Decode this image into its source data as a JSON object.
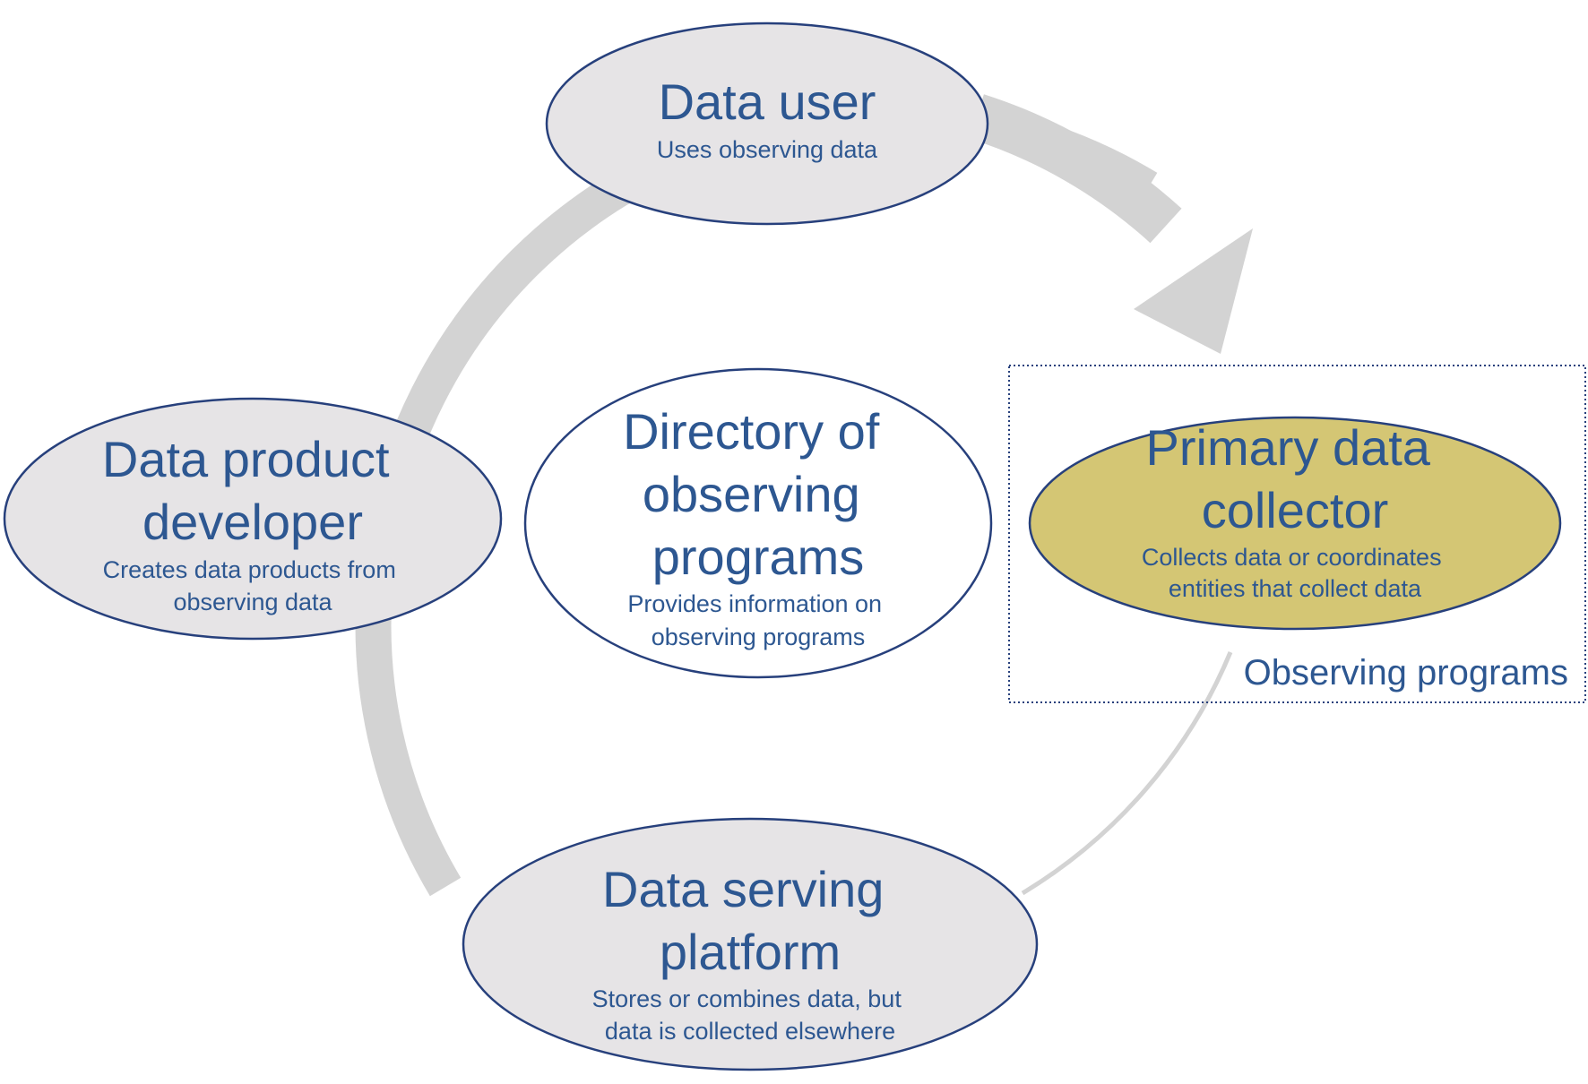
{
  "nodes": {
    "data_user": {
      "title": [
        "Data user"
      ],
      "subtitle": [
        "Uses observing data"
      ]
    },
    "primary_collector": {
      "title": [
        "Primary data",
        "collector"
      ],
      "subtitle": [
        "Collects data or coordinates",
        "entities that collect data"
      ]
    },
    "directory": {
      "title": [
        "Directory of",
        "observing",
        "programs"
      ],
      "subtitle": [
        "Provides information on",
        "observing programs"
      ]
    },
    "product_developer": {
      "title": [
        "Data product",
        "developer"
      ],
      "subtitle": [
        "Creates data products from",
        "observing data"
      ]
    },
    "serving_platform": {
      "title": [
        "Data serving",
        "platform"
      ],
      "subtitle": [
        "Stores or combines data, but",
        "data is collected elsewhere"
      ]
    }
  },
  "group_label": "Observing programs",
  "colors": {
    "outline": "#27407c",
    "text": "#2d5791",
    "gray_fill": "#e6e4e6",
    "gold_fill": "#d4c674",
    "arrow": "#d3d3d3"
  }
}
